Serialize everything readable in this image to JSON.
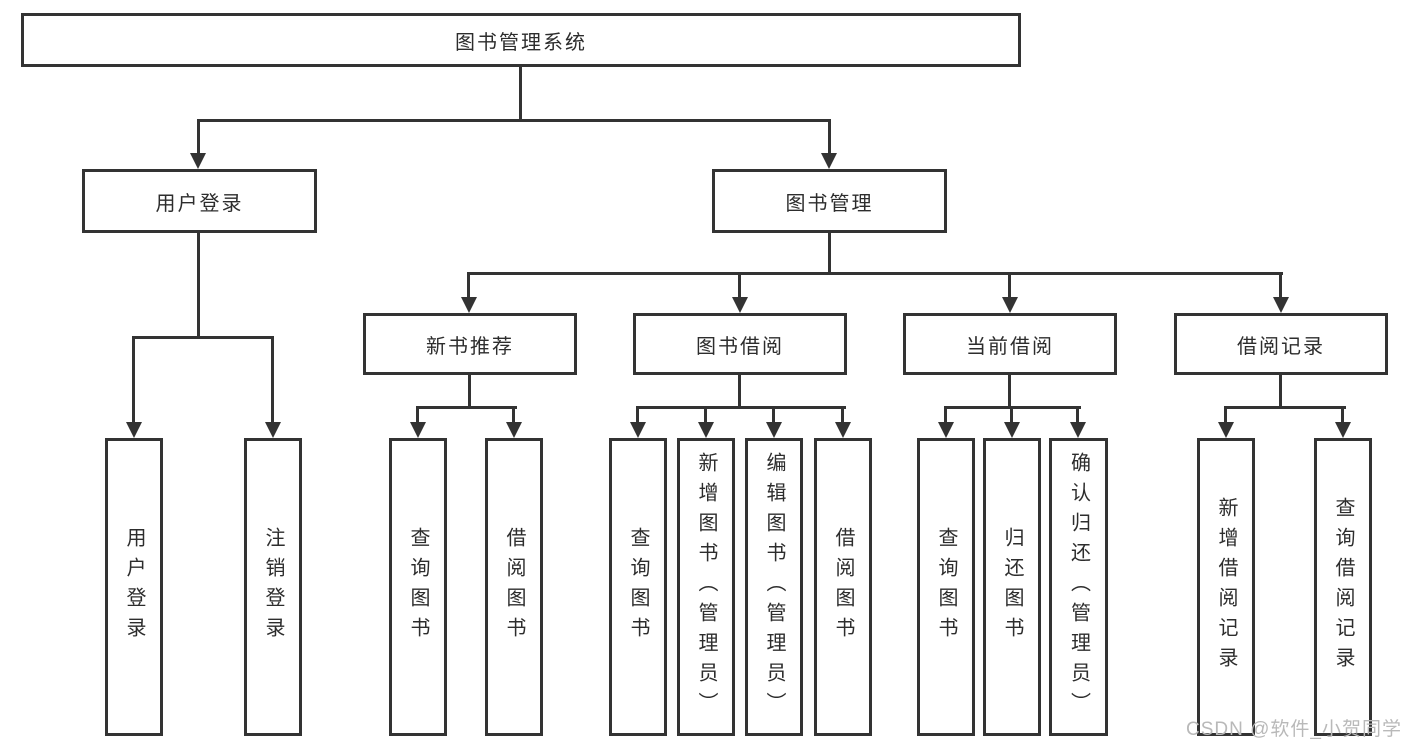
{
  "tree": {
    "root": "图书管理系统",
    "branches": [
      {
        "label": "用户登录",
        "children": [
          "用户登录",
          "注销登录"
        ]
      },
      {
        "label": "图书管理",
        "sections": [
          {
            "label": "新书推荐",
            "children": [
              "查询图书",
              "借阅图书"
            ]
          },
          {
            "label": "图书借阅",
            "children": [
              "查询图书",
              "新增图书（管理员）",
              "编辑图书（管理员）",
              "借阅图书"
            ]
          },
          {
            "label": "当前借阅",
            "children": [
              "查询图书",
              "归还图书",
              "确认归还（管理员）"
            ]
          },
          {
            "label": "借阅记录",
            "children": [
              "新增借阅记录",
              "查询借阅记录"
            ]
          }
        ]
      }
    ]
  },
  "watermark": "CSDN @软件_小贺同学",
  "colors": {
    "line": "#333333",
    "text": "#2d2d2d",
    "watermark": "#b9b9b9",
    "background": "#ffffff"
  }
}
